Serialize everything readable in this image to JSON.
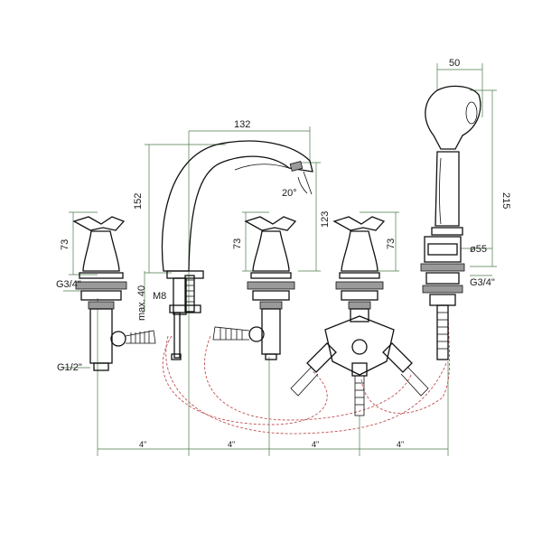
{
  "colors": {
    "line": "#111111",
    "dimension_line": "#4a7a4a",
    "hose": "#c05050",
    "background": "#ffffff"
  },
  "dimensions": {
    "handshower_width": "50",
    "spout_reach": "132",
    "spout_height": "152",
    "spout_angle": "20°",
    "center_valve_height": "123",
    "left_valve_height": "73",
    "center_handle_height": "73",
    "right_handle_height": "73",
    "handshower_height": "215",
    "handshower_diameter": "ø55",
    "thread_left": "G3/4\"",
    "thread_right": "G3/4\"",
    "thread_outlet": "G1/2\"",
    "max_deck": "max. 40",
    "bolt": "M8",
    "spacing_1": "4\"",
    "spacing_2": "4\"",
    "spacing_3": "4\"",
    "spacing_4": "4\""
  }
}
